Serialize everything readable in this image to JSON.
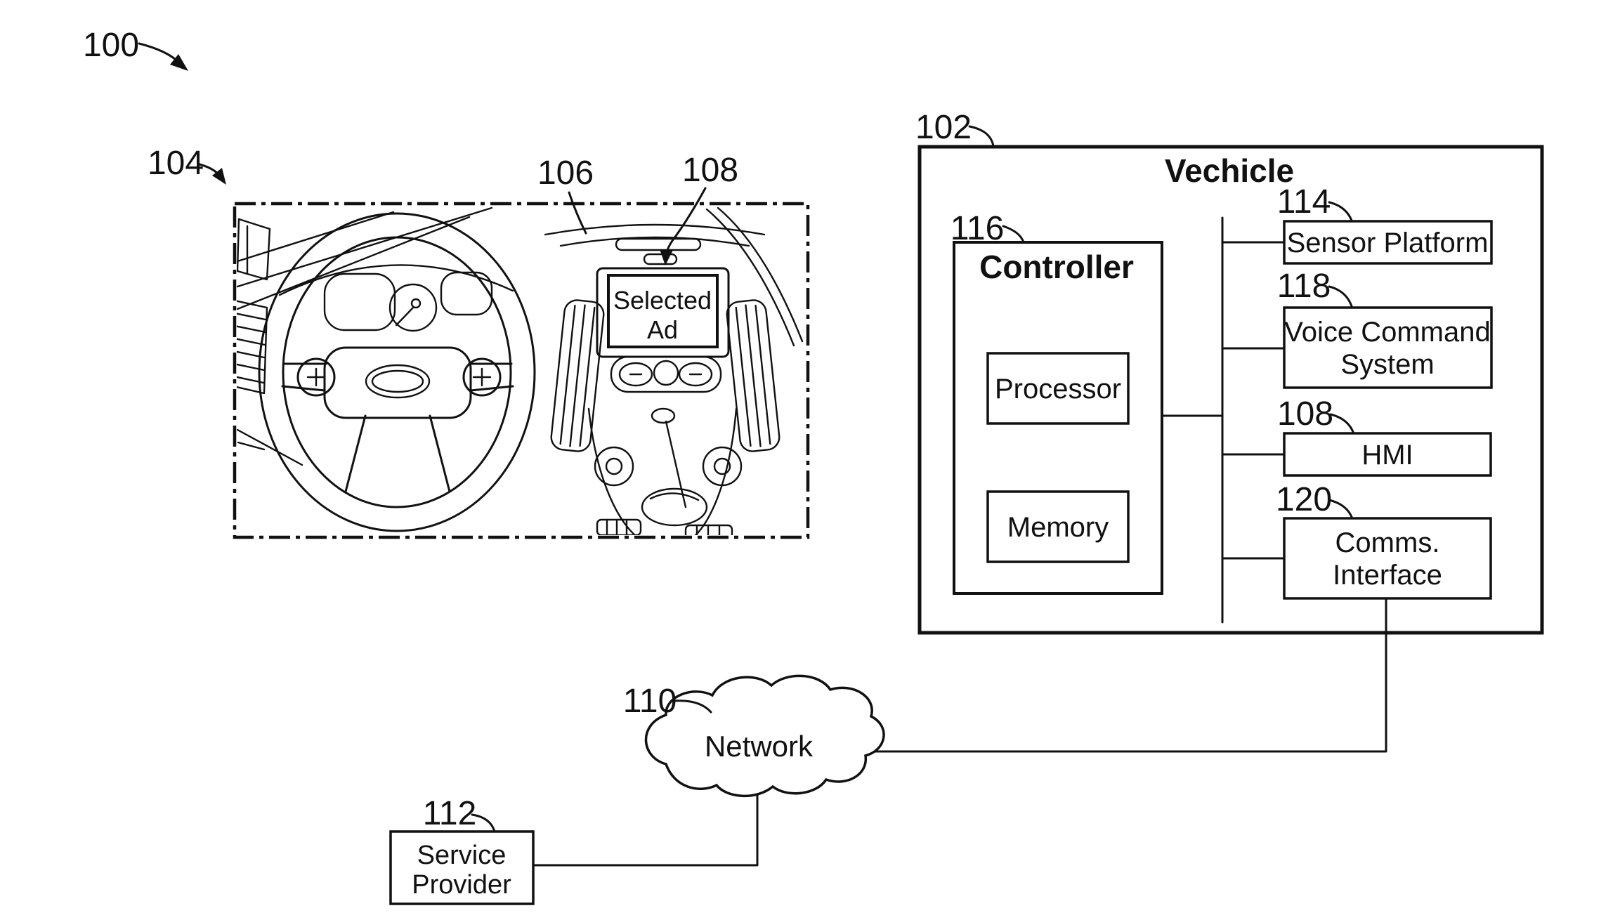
{
  "colors": {
    "ink": "#111111",
    "paper": "#ffffff"
  },
  "labels": {
    "fig_ref": "100",
    "cabin_ref": "104",
    "dashboard_ref": "106",
    "display_ref": "108",
    "vehicle_ref": "102",
    "controller_ref": "116",
    "sensor_ref": "114",
    "voice_ref": "118",
    "hmi_ref": "108",
    "comms_ref": "120",
    "network_ref": "110",
    "provider_ref": "112"
  },
  "vehicle": {
    "title": "Vechicle",
    "controller": {
      "title": "Controller",
      "processor": "Processor",
      "memory": "Memory"
    },
    "sensor_platform": "Sensor Platform",
    "voice_command": {
      "line1": "Voice Command",
      "line2": "System"
    },
    "hmi": "HMI",
    "comms": {
      "line1": "Comms.",
      "line2": "Interface"
    }
  },
  "cabin": {
    "display": {
      "line1": "Selected",
      "line2": "Ad"
    }
  },
  "network": {
    "label": "Network"
  },
  "service_provider": {
    "line1": "Service",
    "line2": "Provider"
  }
}
